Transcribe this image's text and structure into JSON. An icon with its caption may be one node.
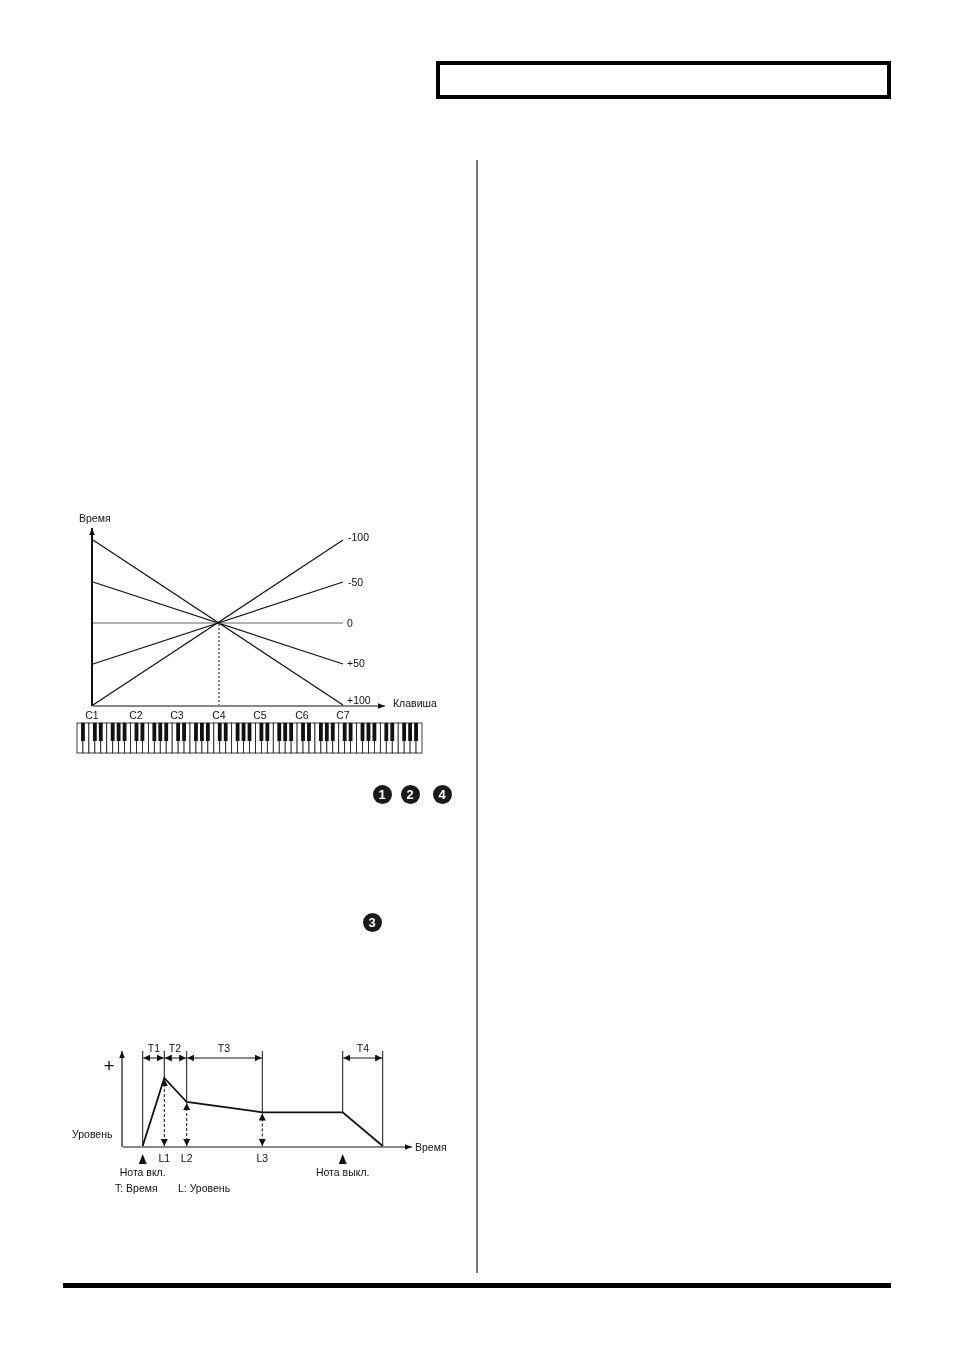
{
  "diagram": {
    "labels": [
      "Время",
      "-100",
      "-50",
      "0",
      "+50",
      "+100",
      "Клавиша",
      "C1",
      "C2",
      "C3",
      "C4",
      "C5",
      "C6",
      "C7",
      "1",
      "2",
      "4",
      "3",
      "T1",
      "T2",
      "T3",
      "T4",
      "+",
      "Уровень",
      "Время",
      "L1",
      "L2",
      "L3",
      "Нота вкл.",
      "Нота выкл.",
      "T: Время",
      "L: Уровень"
    ]
  }
}
